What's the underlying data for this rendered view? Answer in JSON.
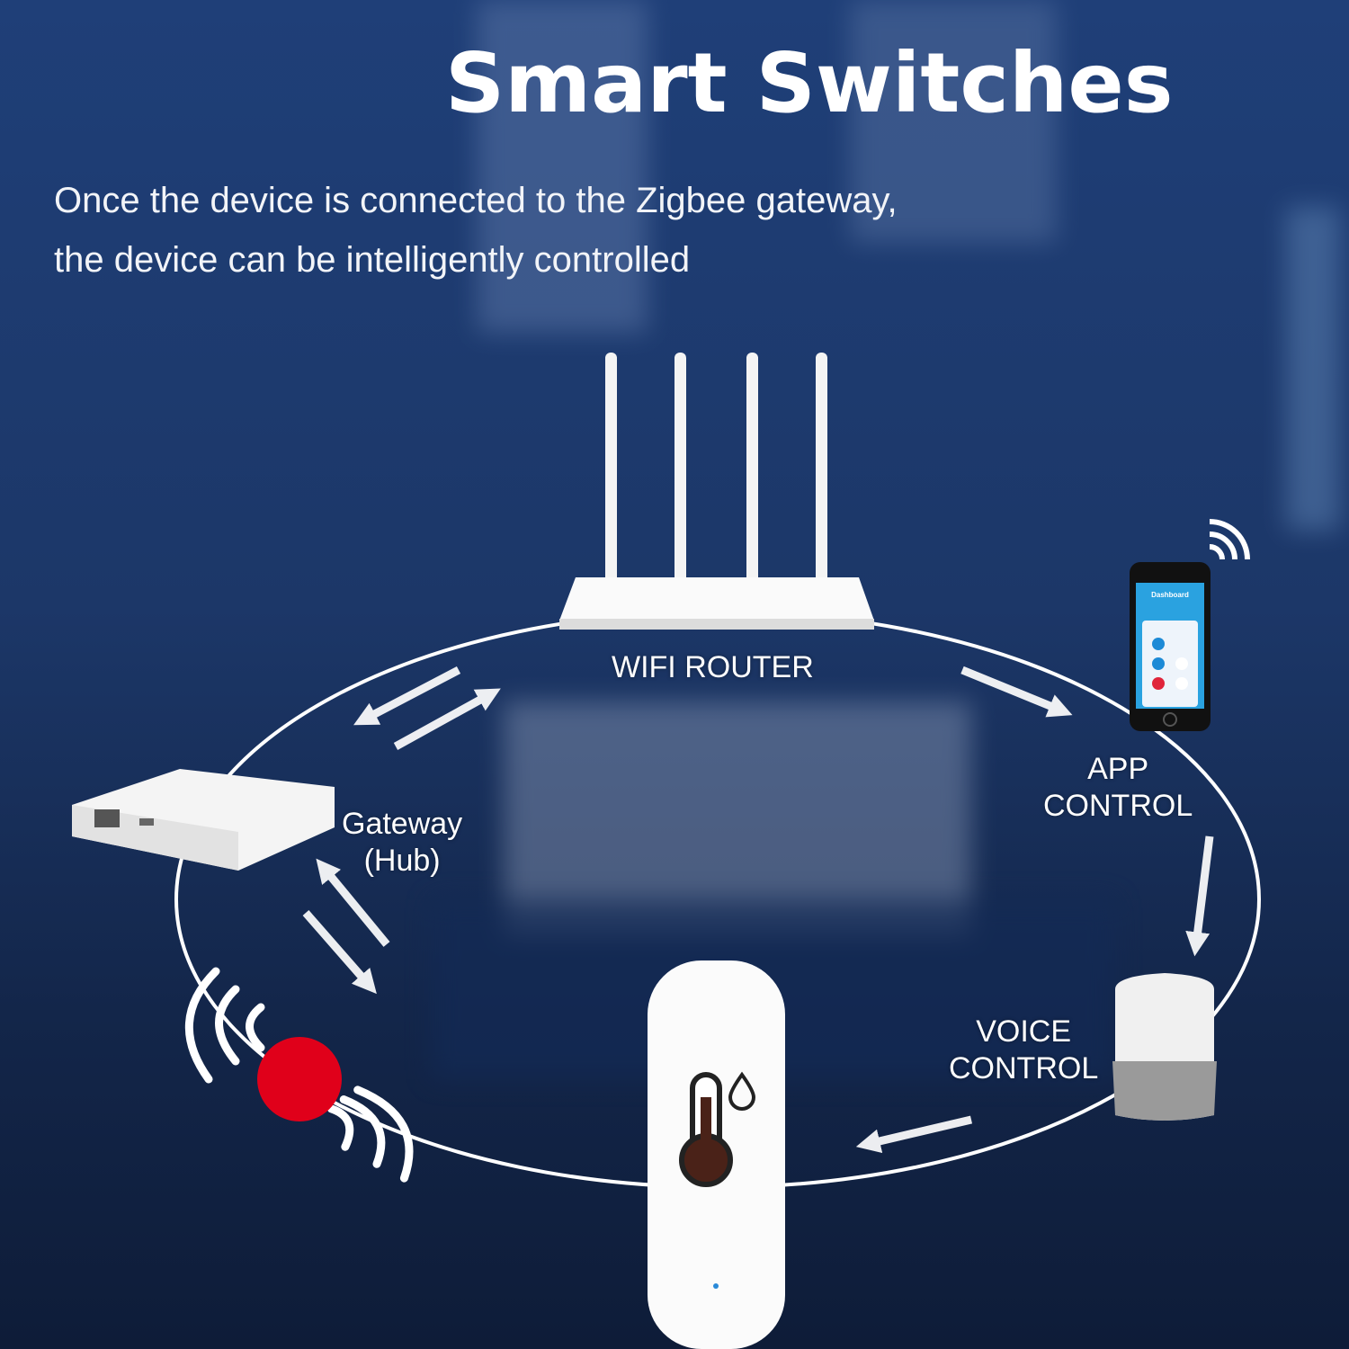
{
  "header": {
    "title": "Smart Switches",
    "subtitle_line1": "Once the device is connected to the Zigbee gateway,",
    "subtitle_line2": "the device can be intelligently controlled"
  },
  "nodes": {
    "router": {
      "label": "WIFI ROUTER",
      "icon": "wifi-router-icon"
    },
    "app": {
      "label_line1": "APP",
      "label_line2": "CONTROL",
      "icon": "smartphone-icon",
      "screen_title": "Dashboard"
    },
    "voice": {
      "label_line1": "VOICE",
      "label_line2": "CONTROL",
      "icon": "smart-speaker-icon"
    },
    "gateway": {
      "label_line1": "Gateway",
      "label_line2": "(Hub)",
      "icon": "gateway-hub-icon"
    },
    "sensor": {
      "icon": "thermometer-humidity-icon"
    },
    "signal": {
      "icon": "zigbee-signal-icon",
      "color": "#e0001a"
    }
  },
  "colors": {
    "background": "#1c3768",
    "accent_red": "#e0001a",
    "foreground": "#ffffff"
  }
}
